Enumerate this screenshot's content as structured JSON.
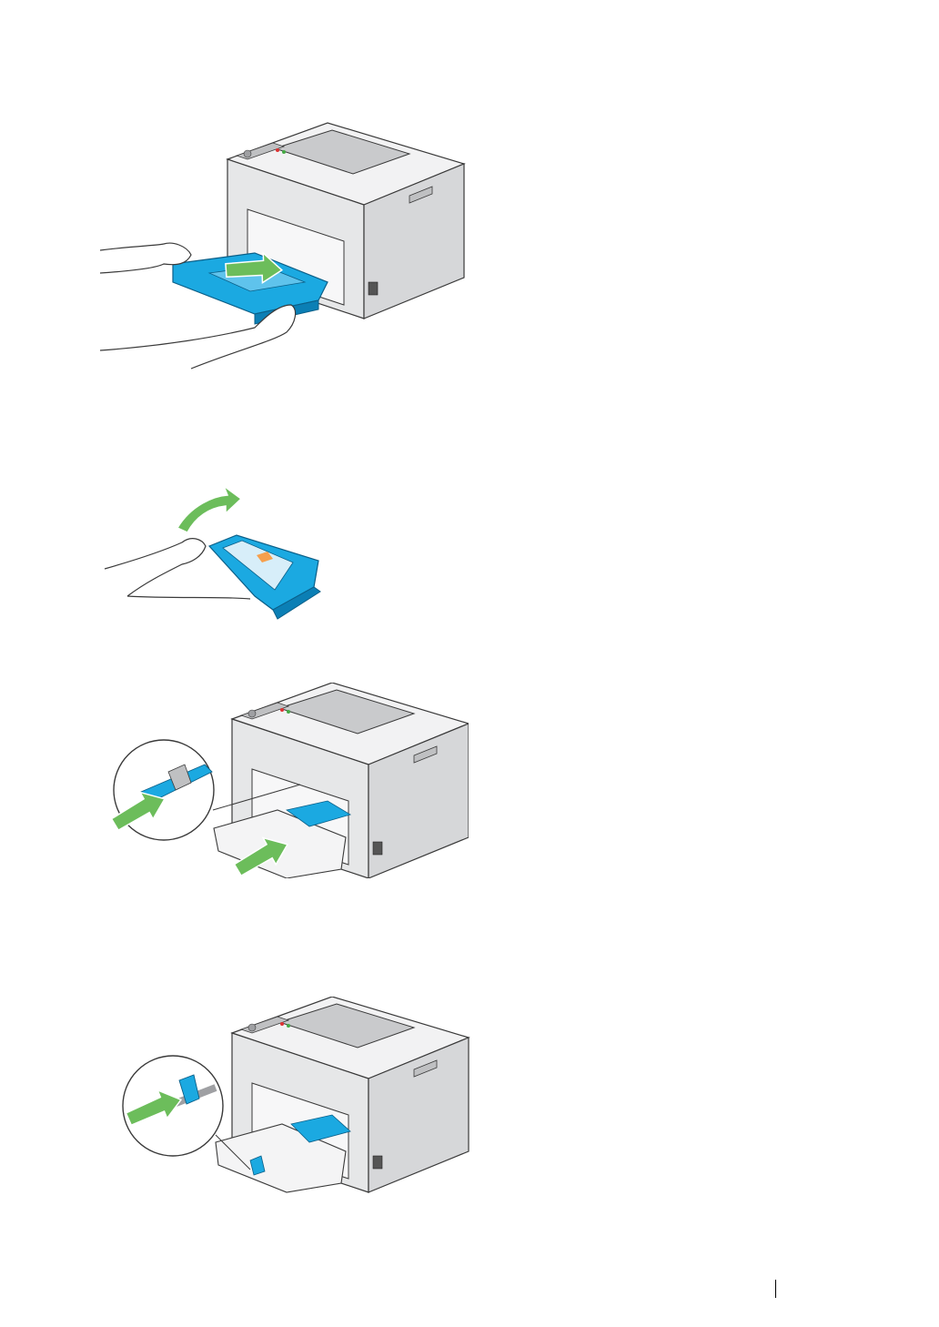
{
  "page": {
    "background": "#ffffff",
    "figures": [
      {
        "name": "remove-tray-illustration",
        "icon": "printer-tray-pull-out"
      },
      {
        "name": "turn-over-tray-illustration",
        "icon": "tray-rotate-arrow"
      },
      {
        "name": "extend-length-guide-illustration",
        "icon": "length-guide-extend"
      },
      {
        "name": "slide-width-guide-illustration",
        "icon": "width-guide-slide"
      }
    ]
  },
  "colors": {
    "printer_body": "#e6e7e8",
    "printer_side": "#d6d7d9",
    "outline": "#3a3a3a",
    "tray_blue": "#1ba9e1",
    "tray_blue_dark": "#0b7fb5",
    "arrow_green": "#6cbd5b",
    "label_orange": "#f6a04d"
  }
}
